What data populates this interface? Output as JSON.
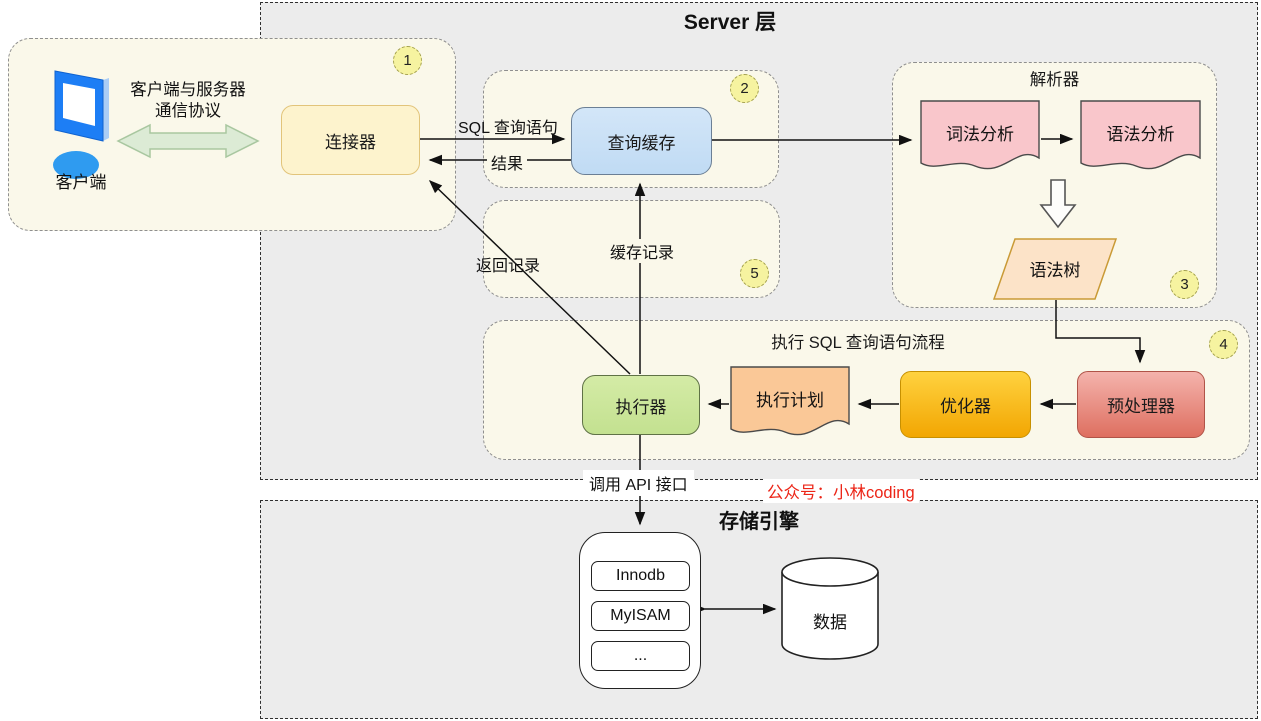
{
  "server_layer": {
    "title": "Server 层"
  },
  "storage_layer": {
    "title": "存储引擎",
    "engines": [
      "Innodb",
      "MyISAM",
      "..."
    ],
    "data_label": "数据"
  },
  "client_section": {
    "badge": "1",
    "client_label": "客户端",
    "protocol_line1": "客户端与服务器",
    "protocol_line2": "通信协议",
    "connector_label": "连接器"
  },
  "query_cache_section": {
    "badge": "2",
    "cache_label": "查询缓存"
  },
  "cache_record_section": {
    "badge": "5",
    "record_label": "缓存记录"
  },
  "parser_section": {
    "badge": "3",
    "title": "解析器",
    "lexical_label": "词法分析",
    "syntax_label": "语法分析",
    "tree_label": "语法树"
  },
  "execute_section": {
    "badge": "4",
    "title": "执行 SQL 查询语句流程",
    "executor_label": "执行器",
    "plan_label": "执行计划",
    "optimizer_label": "优化器",
    "preprocessor_label": "预处理器"
  },
  "edge_labels": {
    "sql_query": "SQL 查询语句",
    "result": "结果",
    "return_record": "返回记录",
    "call_api": "调用 API 接口"
  },
  "watermark": "公众号：小林coding",
  "colors": {
    "layer_fill": "#ececec",
    "section_fill": "#faf8ea",
    "connector_fill": "#fdf3cd",
    "query_cache_fill": "#c8e0f7",
    "executor_fill": "#cde79c",
    "plan_fill": "#fac897",
    "optimizer_fill": "#f9b812",
    "preprocessor_fill": "#e98a7c",
    "analysis_fill": "#f9c6cb",
    "syntax_tree_fill": "#fce3c8",
    "badge_fill": "#f6f3a0",
    "watermark_red": "#ec2517",
    "client_arrow_green": "#dcebd5"
  }
}
